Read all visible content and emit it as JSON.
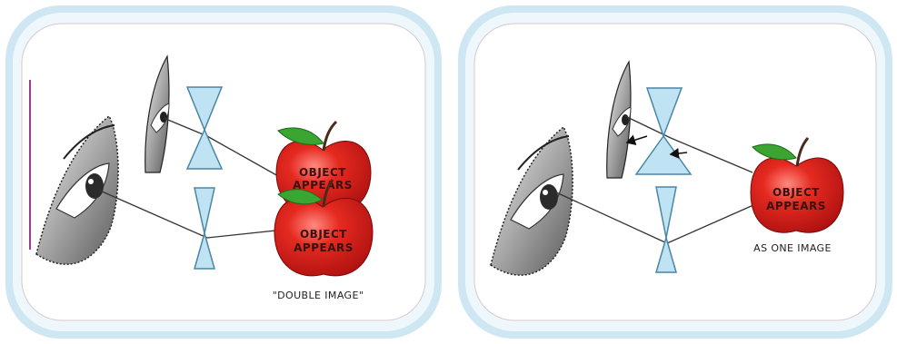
{
  "panels": [
    {
      "id": "double",
      "apple_labels": [
        {
          "line1": "OBJECT",
          "line2": "APPEARS"
        },
        {
          "line1": "OBJECT",
          "line2": "APPEARS"
        }
      ],
      "caption": "\"DOUBLE IMAGE\""
    },
    {
      "id": "single",
      "apple_labels": [
        {
          "line1": "OBJECT",
          "line2": "APPEARS"
        }
      ],
      "caption": "AS ONE IMAGE"
    }
  ],
  "colors": {
    "frame_outer": "#cfe6f3",
    "frame_inner": "#eef7fc",
    "apple_red": "#e0231e",
    "apple_dark": "#a90f0f",
    "leaf_green": "#3aa531",
    "prism_blue": "#bfe3f2",
    "prism_edge": "#4a86a6",
    "ray": "#333333"
  },
  "icons": [
    "eye-icon",
    "apple-icon",
    "prism-icon",
    "arrow-icon"
  ]
}
